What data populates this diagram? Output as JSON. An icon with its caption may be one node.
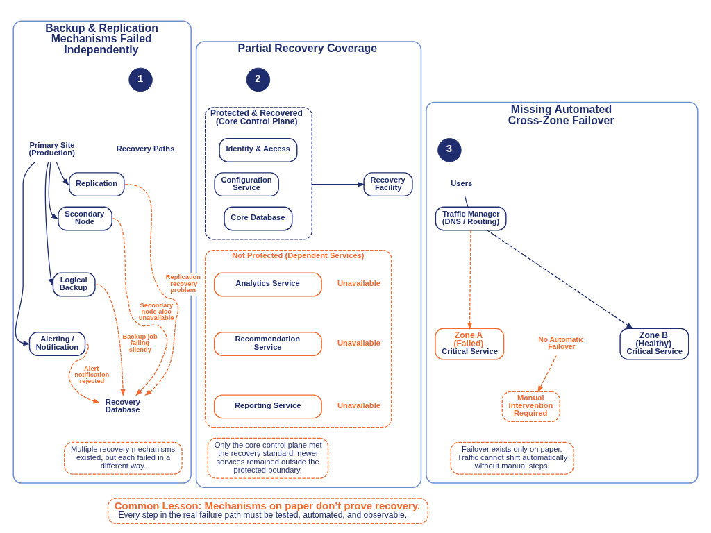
{
  "diagram": {
    "nodes": [
      {
        "text": [
          "Backup & Replication Mechanisms Failed Independently"
        ]
      },
      {
        "text": [
          "1"
        ],
        "in": 0
      },
      {
        "text": [
          "Primary Site (Production)"
        ],
        "in": 0
      },
      {
        "text": [
          "Replication"
        ],
        "in": 0
      },
      {
        "text": [
          "Secondary Node"
        ],
        "in": 0
      },
      {
        "text": [
          "Logical Backup"
        ],
        "in": 0
      },
      {
        "text": [
          "Alerting / Notification"
        ],
        "in": 0
      },
      {
        "text": [
          "Recovery Database"
        ],
        "in": 0
      },
      {
        "text": [
          "Multiple recovery mechanisms existed, but each failed in a different way."
        ],
        "in": 0
      },
      {
        "text": [
          "Partial Recovery Coverage"
        ]
      },
      {
        "text": [
          "2"
        ],
        "in": 9
      },
      {
        "text": [
          "Protected & Recovered (Core Control Plane)"
        ],
        "in": 9
      },
      {
        "text": [
          "Identity & Access"
        ],
        "in": 11
      },
      {
        "text": [
          "Configuration Service"
        ],
        "in": 11
      },
      {
        "text": [
          "Core Database"
        ],
        "in": 11
      },
      {
        "text": [
          "Recovery Facility"
        ],
        "in": 9
      },
      {
        "text": [
          "Not Protected (Dependent Services)"
        ],
        "in": 9
      },
      {
        "text": [
          "Analytics Service"
        ],
        "in": 16,
        "beside": [
          "Unavailable"
        ]
      },
      {
        "text": [
          "Recommendation Service"
        ],
        "in": 16,
        "beside": [
          "Unavailable"
        ]
      },
      {
        "text": [
          "Reporting Service"
        ],
        "in": 16,
        "beside": [
          "Unavailable"
        ]
      },
      {
        "text": [
          "Only the core control plane met the recovery standard; newer services remained outside the protected boundary."
        ],
        "in": 9
      },
      {
        "text": [
          "Missing Automated Cross-Zone Failover"
        ]
      },
      {
        "text": [
          "3"
        ],
        "in": 21
      },
      {
        "text": [
          "Users"
        ],
        "in": 21
      },
      {
        "text": [
          "Traffic Manager (DNS / Routing)"
        ],
        "in": 21
      },
      {
        "text": [
          "Zone A (Failed)",
          "Critical Service"
        ],
        "in": 21
      },
      {
        "text": [
          "No Automatic Failover"
        ],
        "in": 21
      },
      {
        "text": [
          "Manual Intervention Required"
        ],
        "in": 21
      },
      {
        "text": [
          "Zone B (Healthy)",
          "Critical Service"
        ],
        "in": 21
      },
      {
        "text": [
          "Failover exists only on paper. Traffic cannot shift automatically without manual steps."
        ],
        "in": 21
      },
      {
        "text": [
          "Common Lesson: Mechanisms on paper don’t prove recovery.",
          "Every step in the real failure path must be tested, automated, and observable."
        ]
      }
    ],
    "edges": [
      {
        "from": 2,
        "to": 3,
        "arrow": "to"
      },
      {
        "from": 2,
        "to": 4,
        "arrow": "to"
      },
      {
        "from": 2,
        "to": 5,
        "arrow": "to"
      },
      {
        "from": 2,
        "to": 6,
        "arrow": "to"
      },
      {
        "from": 3,
        "to": 7,
        "arrow": "to",
        "style": "dashed",
        "color": "#f26a2e",
        "label": "Replication recovery problem"
      },
      {
        "from": 4,
        "to": 7,
        "arrow": "to",
        "style": "dashed",
        "color": "#f26a2e",
        "label": "Secondary node also unavailable"
      },
      {
        "from": 5,
        "to": 7,
        "arrow": "to",
        "style": "dashed",
        "color": "#f26a2e",
        "label": "Backup job failing silently"
      },
      {
        "from": 6,
        "to": 7,
        "arrow": "to",
        "style": "dashed",
        "color": "#f26a2e",
        "label": "Alert notification rejected"
      },
      {
        "from": 11,
        "to": 15,
        "arrow": "to"
      },
      {
        "from": 23,
        "to": 24,
        "arrow": "none"
      },
      {
        "from": 24,
        "to": 25,
        "arrow": "to",
        "style": "dashed",
        "color": "#f26a2e"
      },
      {
        "from": 24,
        "to": 28,
        "arrow": "to",
        "style": "dashed"
      },
      {
        "from": 26,
        "to": 27,
        "arrow": "to",
        "style": "dashed",
        "color": "#f26a2e"
      }
    ],
    "labels": [
      "Recovery Paths"
    ]
  }
}
